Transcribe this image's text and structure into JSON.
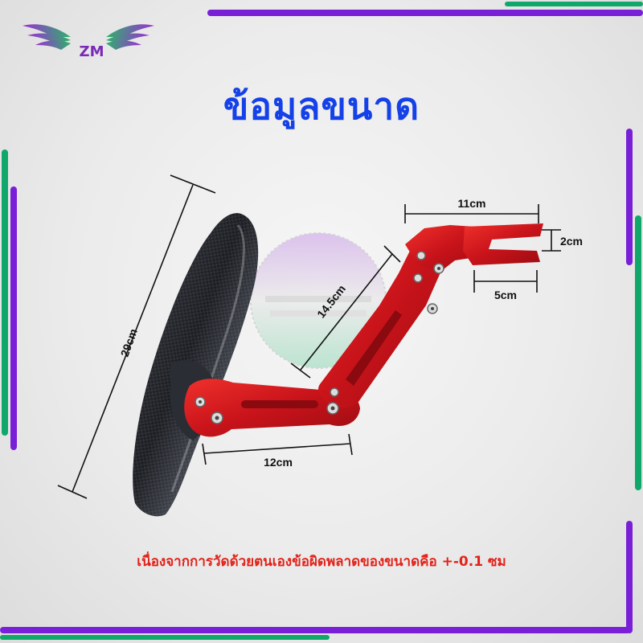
{
  "brand": {
    "logo_text": "ZM"
  },
  "title": "ข้อมูลขนาด",
  "dimensions": {
    "total_height": "29cm",
    "arm_length": "14.5cm",
    "base_length": "12cm",
    "clamp_width": "11cm",
    "slot_length": "5cm",
    "slot_width": "2cm"
  },
  "note": "เนื่องจากการวัดด้วยตนเองข้อผิดพลาดของขนาดคือ +-0.1 ซม",
  "colors": {
    "title": "#1542e8",
    "note": "#e2231a",
    "accent_purple": "#7a1fd8",
    "accent_green": "#0fa86a",
    "bracket_red": "#d4161c",
    "mirror_carbon": "#1f2228"
  },
  "icons": [
    "wing-logo-icon",
    "watermark-logo-icon"
  ]
}
